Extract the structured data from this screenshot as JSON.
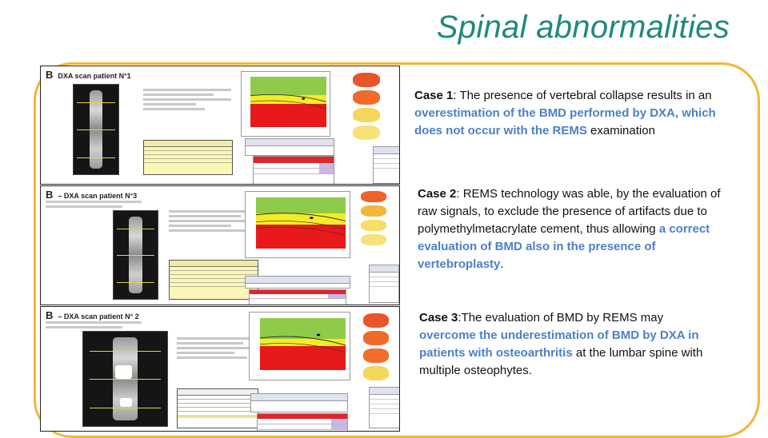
{
  "title": "Spinal abnormalities",
  "colors": {
    "title": "#1d8a7c",
    "frame": "#f2b636",
    "highlight": "#4c80c7",
    "green_band": "#8fcb48",
    "yellow_band": "#f5ec25",
    "red_band": "#e8191b"
  },
  "panels": [
    {
      "letter": "B",
      "heading": "DXA scan patient N°1"
    },
    {
      "letter": "B",
      "heading": "– DXA scan patient N°3"
    },
    {
      "letter": "B",
      "heading": "– DXA scan patient N° 2"
    }
  ],
  "cases": [
    {
      "label": "Case 1",
      "pre": ": The presence of vertebral collapse results in an ",
      "highlight": "overestimation of the BMD performed by DXA, which does not occur with the REMS",
      "post": " examination"
    },
    {
      "label": "Case 2",
      "pre": ": REMS technology was able, by the evaluation of raw signals, to exclude the presence of artifacts due to polymethylmetacrylate cement, thus allowing ",
      "highlight": "a correct evaluation of BMD also in the presence of vertebroplasty",
      "post": "."
    },
    {
      "label": "Case 3",
      "pre": ":The evaluation of BMD by REMS may ",
      "highlight": "overcome the underestimation of BMD by DXA in patients with osteoarthritis",
      "post": " at the lumbar spine with multiple osteophytes."
    }
  ]
}
